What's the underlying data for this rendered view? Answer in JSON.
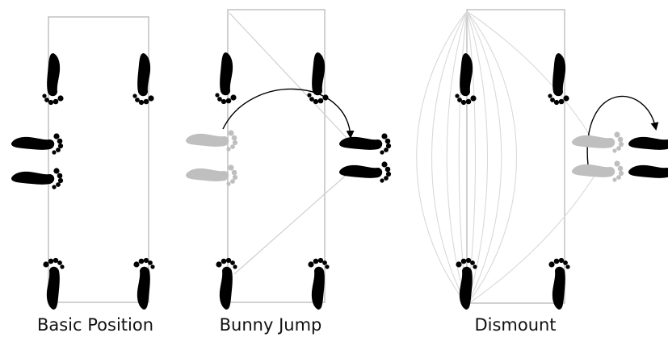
{
  "panels": [
    {
      "caption": "Basic Position"
    },
    {
      "caption": "Bunny Jump"
    },
    {
      "caption": "Dismount"
    }
  ],
  "colors": {
    "foot": "#000000",
    "foot_faded": "#bfbfbf",
    "outline": "#bdbdbd",
    "trajectory": "#cfcfcf",
    "arrow": "#000000"
  },
  "icons": [
    "footprint-icon",
    "arrow-icon"
  ]
}
